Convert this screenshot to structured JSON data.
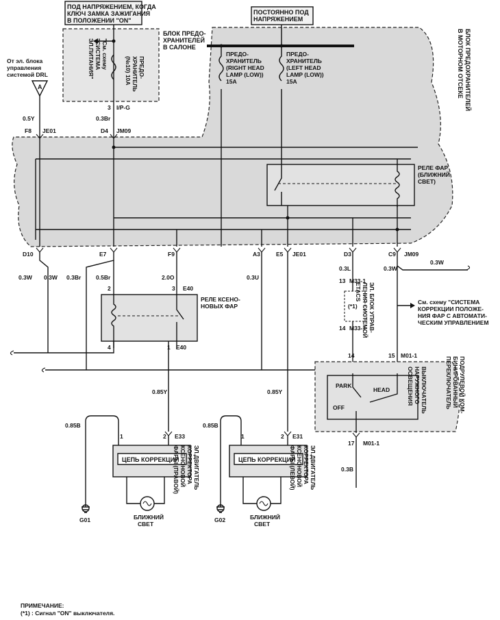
{
  "labels": {
    "ign_line1": "ПОД НАПРЯЖЕНИЕМ, КОГДА",
    "ign_line2": "КЛЮЧ ЗАМКА ЗАЖИГАНИЯ",
    "ign_line3": "В ПОЛОЖЕНИИ \"ON\"",
    "const_line1": "ПОСТОЯННО ПОД",
    "const_line2": "НАПРЯЖЕНИЕМ",
    "fuse_salon_1": "БЛОК ПРЕДО-",
    "fuse_salon_2": "ХРАНИТЕЛЕЙ",
    "fuse_salon_3": "В САЛОНЕ",
    "engine_fuse_1": "БЛОК ПРЕДОХРАНИТЕЛЕЙ",
    "engine_fuse_2": "В МОТОРНОМ ОТСЕКЕ",
    "see_system_1": "\"См. схему",
    "see_system_2": "\"СИСТЕМА",
    "see_system_3": "ЭЛ.ПИТАНИЯ\"",
    "fuse_salon_name_1": "ПРЕДО-",
    "fuse_salon_name_2": "ХРАНИТЕЛЬ",
    "fuse_salon_name_3": "(№10) 10А",
    "fuse_r_1": "ПРЕДО-",
    "fuse_r_2": "ХРАНИТЕЛЬ",
    "fuse_r_3": "(RIGHT HEAD",
    "fuse_r_4": "LAMP (LOW))",
    "fuse_r_5": "15A",
    "fuse_l_1": "ПРЕДО-",
    "fuse_l_2": "ХРАНИТЕЛЬ",
    "fuse_l_3": "(LEFT HEAD",
    "fuse_l_4": "LAMP (LOW))",
    "fuse_l_5": "15A",
    "drl_1": "От эл. блока",
    "drl_2": "управления",
    "drl_3": "системой DRL",
    "drl_conn": "A",
    "relay_low_1": "РЕЛЕ ФАР",
    "relay_low_2": "(БЛИЖНИЙ",
    "relay_low_3": "СВЕТ)",
    "relay_xenon_1": "РЕЛЕ КСЕНО-",
    "relay_xenon_2": "НОВЫХ ФАР",
    "etacs_1": "ЭЛ. БЛОК УПРАВ-",
    "etacs_2": "ЛЕНИЯ СИСТЕМОЙ",
    "etacs_3": "ETACS",
    "etacs_note": "(*1)",
    "auto_1": "См. схему \"СИСТЕМА",
    "auto_2": "КОРРЕКЦИИ ПОЛОЖЕ-",
    "auto_3": "НИЯ ФАР С АВТОМАТИ-",
    "auto_4": "ЧЕСКИМ УПРАВЛЕНИЕМ",
    "switch_1": "ВЫКЛЮЧАТЕЛЬ",
    "switch_2": "НАРУЖНОГО",
    "switch_3": "ОСВЕЩЕНИЯ",
    "combo_1": "ПОДРУЛЕВОЙ КОМ-",
    "combo_2": "БИНИРОВАННЫЙ",
    "combo_3": "ПЕРЕКЛЮЧАТЕЛЬ",
    "park": "PARK",
    "head": "HEAD",
    "off": "OFF",
    "corr_circuit": "ЦЕПЬ КОРРЕКЦИИ",
    "right_motor_1": "ЭЛ.ДВИГАТЕЛЬ",
    "right_motor_2": "КОРРЕКТОРА",
    "right_motor_3": "КСЕНОНОВОЙ",
    "right_motor_4": "ФАРЫ (ПРАВОЙ)",
    "left_motor_1": "ЭЛ.ДВИГАТЕЛЬ",
    "left_motor_2": "КОРРЕКТОРА",
    "left_motor_3": "КСЕНОНОВОЙ",
    "left_motor_4": "ФАРЫ (ЛЕВОЙ)",
    "low_beam_1": "БЛИЖНИЙ",
    "low_beam_2": "СВЕТ",
    "note_title": "ПРИМЕЧАНИЕ:",
    "note_text": "(*1) : Сигнал \"ON\" выключателя."
  },
  "connectors": {
    "i_p_g": "I/P-G",
    "jm09_top": "JM09",
    "je01_top": "JE01",
    "f8": "F8",
    "d4": "D4",
    "d10": "D10",
    "e7": "E7",
    "f9": "F9",
    "a3": "A3",
    "e5": "E5",
    "je01": "JE01",
    "d3": "D3",
    "c9": "C9",
    "jm09": "JM09",
    "e40_a": "E40",
    "e40_b": "E40",
    "m33_a": "M33-1",
    "m33_b": "M33-1",
    "m01_a": "M01-1",
    "m01_b": "M01-1",
    "e33": "E33",
    "e31": "E31",
    "g01": "G01",
    "g02": "G02"
  },
  "pins": {
    "p3_fuse": "3",
    "p2_xr_top": "2",
    "p3_xr_top": "3",
    "p4_xr": "4",
    "p1_xr": "1",
    "p13": "13",
    "p14_etacs": "14",
    "p14_sw": "14",
    "p15": "15",
    "p17": "17",
    "p1_r": "1",
    "p2_r": "2",
    "p1_l": "1",
    "p2_l": "2"
  },
  "wires": {
    "w_05y": "0.5Y",
    "w_03br_top": "0.3Br",
    "w_03w_d10": "0.3W",
    "w_03w_e7a": "0.3W",
    "w_03br_e7": "0.3Br",
    "w_05br": "0.5Br",
    "w_20o": "2.0O",
    "w_03u": "0.3U",
    "w_03l": "0.3L",
    "w_03w_c9": "0.3W",
    "w_03w_right": "0.3W",
    "w_085y_a": "0.85Y",
    "w_085y_b": "0.85Y",
    "w_085b_a": "0.85B",
    "w_085b_b": "0.85B",
    "w_03b": "0.3B"
  }
}
